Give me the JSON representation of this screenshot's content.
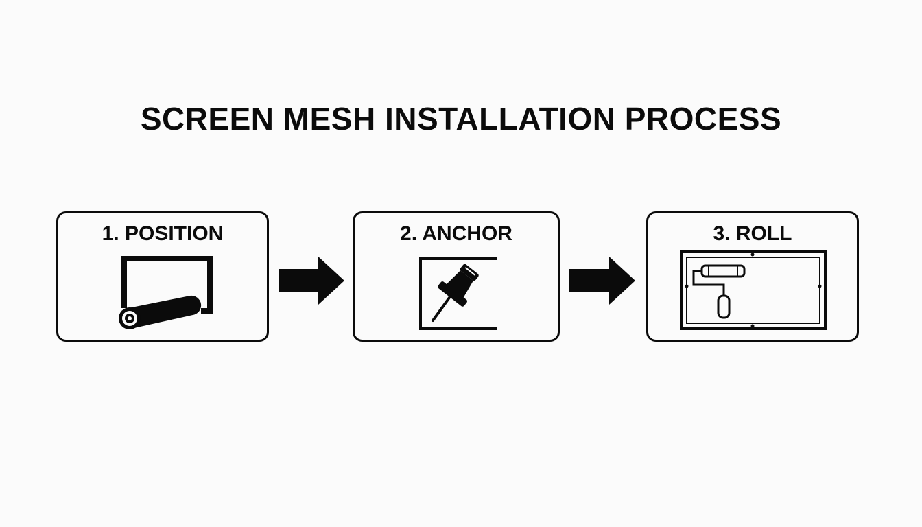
{
  "title": "SCREEN MESH INSTALLATION PROCESS",
  "steps": [
    {
      "label": "1. POSITION",
      "icon": "mesh-roll-icon"
    },
    {
      "label": "2. ANCHOR",
      "icon": "push-pin-icon"
    },
    {
      "label": "3. ROLL",
      "icon": "paint-roller-icon"
    }
  ],
  "colors": {
    "ink": "#0b0b0b",
    "background": "#fbfbfb"
  }
}
